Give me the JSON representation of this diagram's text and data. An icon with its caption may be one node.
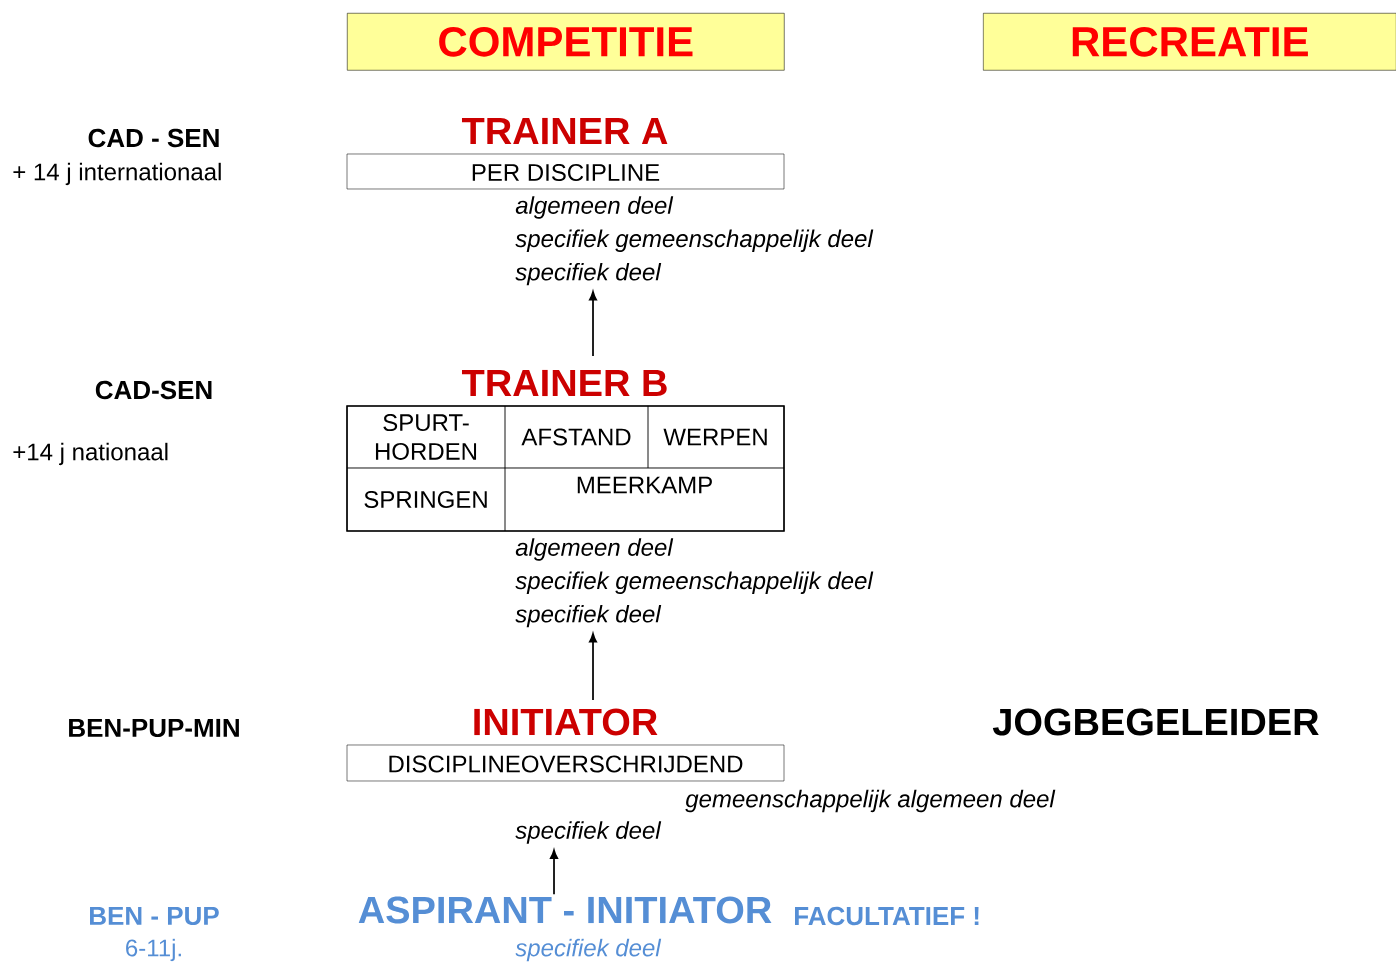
{
  "diagram": {
    "nodes": [
      {
        "text": [
          "COMPETITIE"
        ]
      },
      {
        "text": [
          "RECREATIE"
        ]
      },
      {
        "text": [
          "TRAINER A",
          "PER DISCIPLINE"
        ]
      },
      {
        "text": [
          "algemeen deel",
          "specifiek gemeenschappelijk deel",
          "specifiek deel"
        ]
      },
      {
        "text": [
          "TRAINER B"
        ]
      },
      {
        "text": [
          "SPURT- HORDEN"
        ],
        "in": 4
      },
      {
        "text": [
          "AFSTAND"
        ],
        "in": 4
      },
      {
        "text": [
          "WERPEN"
        ],
        "in": 4
      },
      {
        "text": [
          "SPRINGEN"
        ],
        "in": 4
      },
      {
        "text": [
          "MEERKAMP"
        ],
        "in": 4
      },
      {
        "text": [
          "algemeen deel",
          "specifiek gemeenschappelijk deel",
          "specifiek deel"
        ]
      },
      {
        "text": [
          "INITIATOR",
          "DISCIPLINEOVERSCHRIJDEND"
        ]
      },
      {
        "text": [
          "specifiek deel"
        ]
      },
      {
        "text": [
          "ASPIRANT - INITIATOR"
        ]
      }
    ],
    "edges": [
      {
        "from": 4,
        "to": 3,
        "arrow": "to"
      },
      {
        "from": 11,
        "to": 10,
        "arrow": "to"
      },
      {
        "from": 13,
        "to": 12,
        "arrow": "to"
      }
    ],
    "labels": [
      "CAD - SEN",
      "+ 14 j internationaal",
      "CAD-SEN",
      "+14 j nationaal",
      "BEN-PUP-MIN",
      "JOGBEGELEIDER",
      "gemeenschappelijk algemeen deel",
      "BEN - PUP",
      "FACULTATIEF !",
      "6-11j.",
      "specifiek deel"
    ]
  }
}
